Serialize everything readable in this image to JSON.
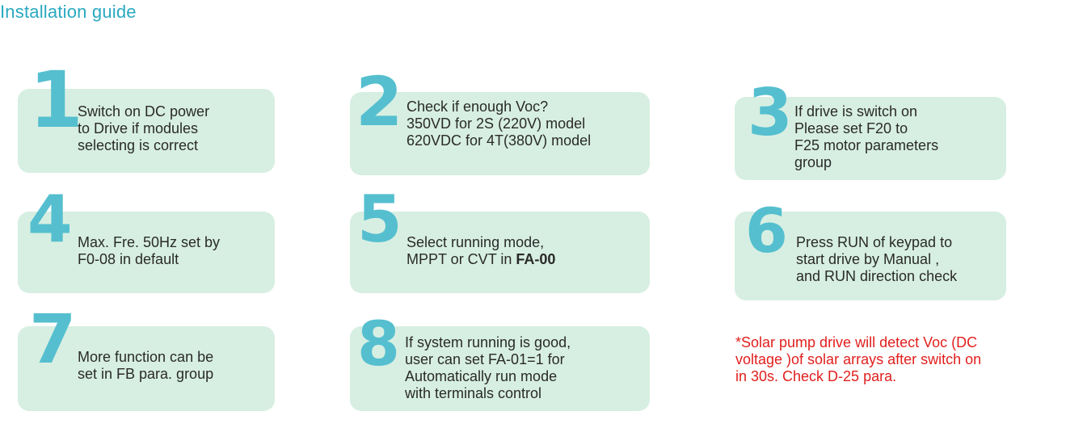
{
  "title": "Installation guide",
  "steps": [
    {
      "number": "1",
      "text": "Switch on DC power\nto Drive if modules\nselecting is correct"
    },
    {
      "number": "2",
      "text": "Check if enough Voc?\n350VD for 2S (220V) model\n620VDC for 4T(380V) model"
    },
    {
      "number": "3",
      "text": "If drive is switch on\nPlease set F20 to\nF25 motor parameters\ngroup"
    },
    {
      "number": "4",
      "text": "Max. Fre. 50Hz set by\nF0-08 in default"
    },
    {
      "number": "5",
      "text_prefix": "Select running mode,\nMPPT or CVT in ",
      "text_bold": "FA-00"
    },
    {
      "number": "6",
      "text": "Press RUN of keypad to\nstart drive by Manual ,\nand RUN direction check"
    },
    {
      "number": "7",
      "text": "More function can be\nset in FB  para. group"
    },
    {
      "number": "8",
      "text": "If system running is good,\nuser can set FA-01=1 for\nAutomatically run mode\nwith terminals control"
    }
  ],
  "note": "*Solar pump drive will detect Voc (DC\nvoltage )of solar arrays after switch on\nin 30s. Check D-25 para.",
  "colors": {
    "title": "#2aa9c0",
    "card_bg": "#d7efe2",
    "number": "#55bfcf",
    "note": "#e0201e"
  }
}
